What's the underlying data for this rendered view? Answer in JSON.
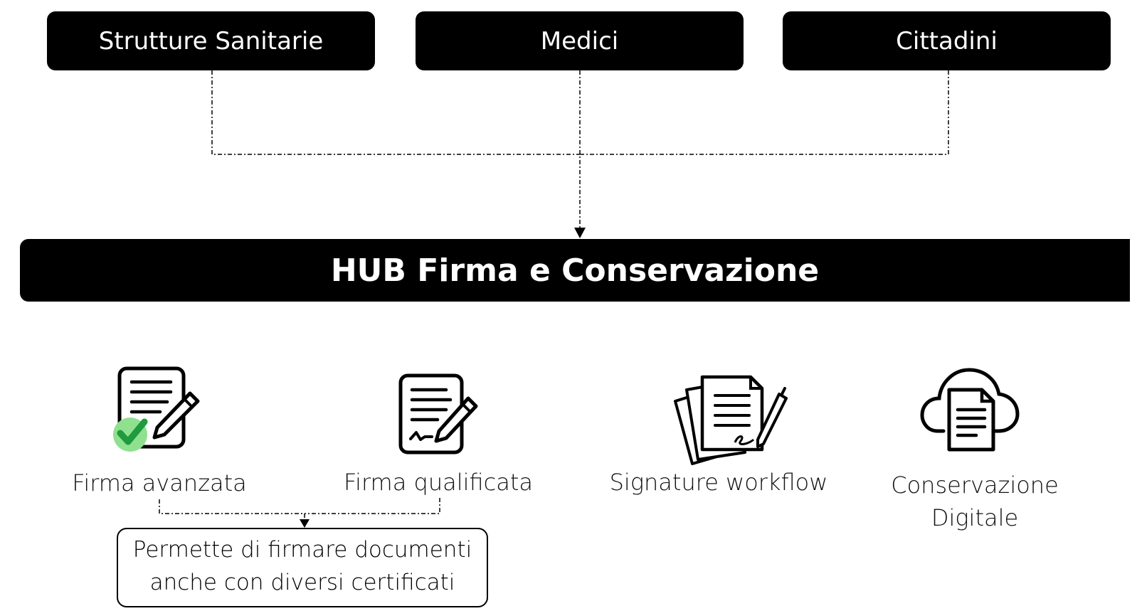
{
  "sources": {
    "strutture": "Strutture Sanitarie",
    "medici": "Medici",
    "cittadini": "Cittadini"
  },
  "hub": {
    "title": "HUB Firma e Conservazione"
  },
  "features": {
    "firma_avanzata": "Firma avanzata",
    "firma_qualificata": "Firma qualificata",
    "signature_workflow": "Signature workflow",
    "conservazione_line1": "Conservazione",
    "conservazione_line2": "Digitale"
  },
  "note": {
    "line1": "Permette di firmare documenti",
    "line2": "anche con diversi certificati"
  },
  "icons": {
    "firma_avanzata": "document-pen-check-icon",
    "firma_qualificata": "signed-document-pen-icon",
    "signature_workflow": "document-stack-pen-icon",
    "conservazione": "cloud-document-icon"
  },
  "colors": {
    "box": "#000000",
    "check": "#2aa84a",
    "check_bg": "#8fe08f"
  }
}
